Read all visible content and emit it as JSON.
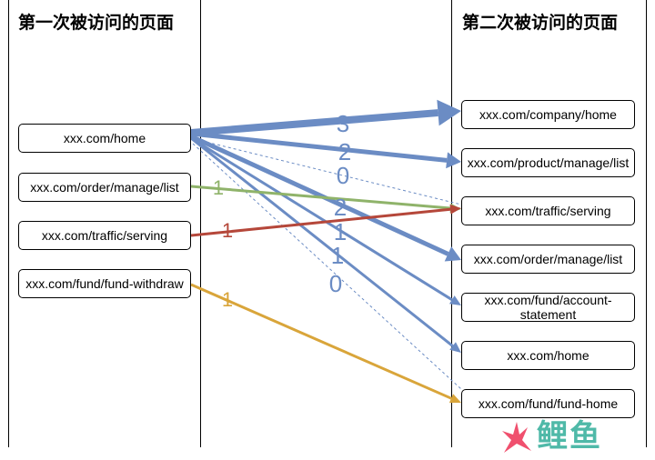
{
  "left_column": {
    "title": "第一次被访问的页面",
    "pages": [
      "xxx.com/home",
      "xxx.com/order/manage/list",
      "xxx.com/traffic/serving",
      "xxx.com/fund/fund-withdraw"
    ]
  },
  "right_column": {
    "title": "第二次被访问的页面",
    "pages": [
      "xxx.com/company/home",
      "xxx.com/product/manage/list",
      "xxx.com/traffic/serving",
      "xxx.com/order/manage/list",
      "xxx.com/fund/account-statement",
      "xxx.com/home",
      "xxx.com/fund/fund-home"
    ]
  },
  "flows": [
    {
      "from": 0,
      "to": 0,
      "count": "3",
      "color": "#6b8cc4"
    },
    {
      "from": 0,
      "to": 1,
      "count": "2",
      "color": "#6b8cc4"
    },
    {
      "from": 0,
      "to": 2,
      "count": "0",
      "color": "#6b8cc4"
    },
    {
      "from": 0,
      "to": 3,
      "count": "2",
      "color": "#6b8cc4"
    },
    {
      "from": 0,
      "to": 4,
      "count": "1",
      "color": "#6b8cc4"
    },
    {
      "from": 0,
      "to": 5,
      "count": "1",
      "color": "#6b8cc4"
    },
    {
      "from": 0,
      "to": 6,
      "count": "0",
      "color": "#6b8cc4"
    },
    {
      "from": 1,
      "to": 2,
      "count": "1",
      "color": "#8fb36a"
    },
    {
      "from": 2,
      "to": 2,
      "count": "1",
      "color": "#b5473a"
    },
    {
      "from": 3,
      "to": 6,
      "count": "1",
      "color": "#d9a53a"
    }
  ],
  "logo": {
    "text": "鲤鱼",
    "icon": "fire-icon",
    "colors": {
      "icon": "#f0506e",
      "text": "#4fb9a8"
    }
  }
}
